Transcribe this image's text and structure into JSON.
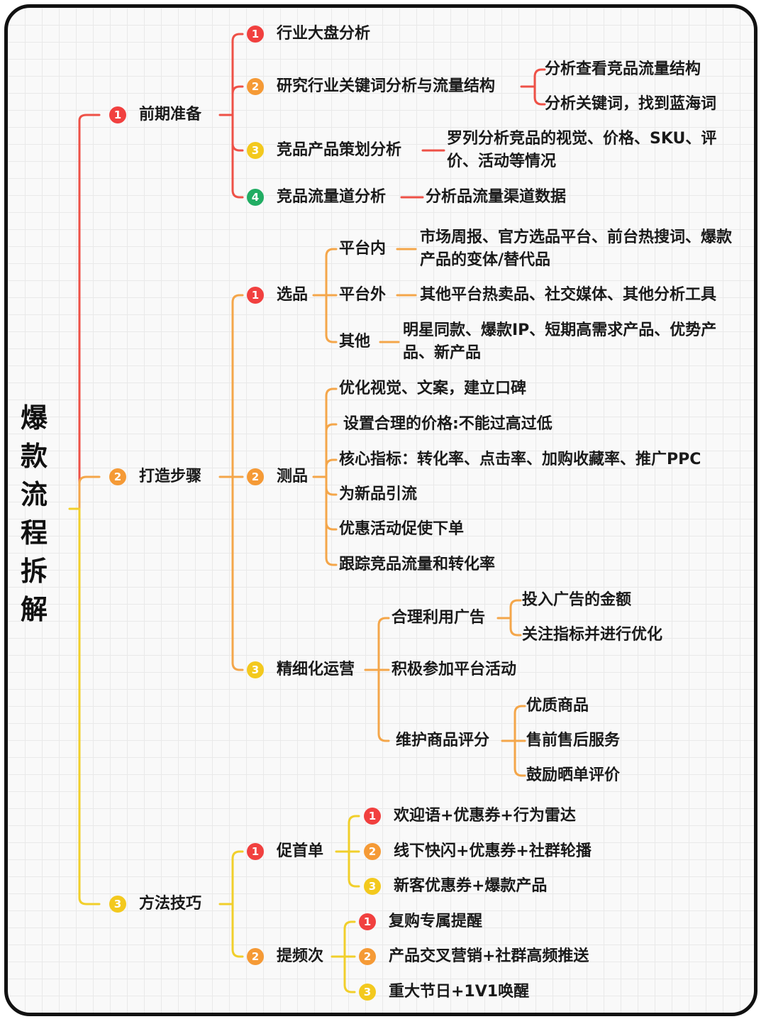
{
  "root": "爆款流程拆解",
  "colors": {
    "red": "#f1403f",
    "orange": "#f59a36",
    "yellow": "#f3c91e",
    "green": "#21ad63",
    "line_red": "#ee5147",
    "line_orange": "#f4a64a",
    "line_yellow": "#f1cf2b"
  },
  "branches": [
    {
      "num": "1",
      "label": "前期准备",
      "children": [
        {
          "num": "1",
          "label": "行业大盘分析"
        },
        {
          "num": "2",
          "label": "研究行业关键词分析与流量结构",
          "leaves": [
            "分析查看竞品流量结构",
            "分析关键词，找到蓝海词"
          ]
        },
        {
          "num": "3",
          "label": "竞品产品策划分析",
          "leaves": [
            "罗列分析竞品的视觉、价格、SKU、评价、活动等情况"
          ]
        },
        {
          "num": "4",
          "label": "竞品流量道分析",
          "leaves": [
            "分析品流量渠道数据"
          ]
        }
      ]
    },
    {
      "num": "2",
      "label": "打造步骤",
      "children": [
        {
          "num": "1",
          "label": "选品",
          "groups": [
            {
              "label": "平台内",
              "leaves": [
                "市场周报、官方选品平台、前台热搜词、爆款产品的变体/替代品"
              ]
            },
            {
              "label": "平台外",
              "leaves": [
                "其他平台热卖品、社交媒体、其他分析工具"
              ]
            },
            {
              "label": "其他",
              "leaves": [
                "明星同款、爆款IP、短期高需求产品、优势产品、新产品"
              ]
            }
          ]
        },
        {
          "num": "2",
          "label": "测品",
          "leaves": [
            "优化视觉、文案，建立口碑",
            "设置合理的价格:不能过高过低",
            "核心指标：转化率、点击率、加购收藏率、推广PPC",
            "为新品引流",
            "优惠活动促使下单",
            "跟踪竞品流量和转化率"
          ]
        },
        {
          "num": "3",
          "label": "精细化运营",
          "groups": [
            {
              "label": "合理利用广告",
              "leaves": [
                "投入广告的金额",
                "关注指标并进行优化"
              ]
            },
            {
              "label": "积极参加平台活动",
              "leaves": []
            },
            {
              "label": "维护商品评分",
              "leaves": [
                "优质商品",
                "售前售后服务",
                "鼓励晒单评价"
              ]
            }
          ]
        }
      ]
    },
    {
      "num": "3",
      "label": "方法技巧",
      "children": [
        {
          "num": "1",
          "label": "促首单",
          "items": [
            {
              "num": "1",
              "label": "欢迎语+优惠券+行为雷达"
            },
            {
              "num": "2",
              "label": "线下快闪+优惠券+社群轮播"
            },
            {
              "num": "3",
              "label": "新客优惠券+爆款产品"
            }
          ]
        },
        {
          "num": "2",
          "label": "提频次",
          "items": [
            {
              "num": "1",
              "label": "复购专属提醒"
            },
            {
              "num": "2",
              "label": "产品交叉营销+社群高频推送"
            },
            {
              "num": "3",
              "label": "重大节日+1V1唤醒"
            }
          ]
        }
      ]
    }
  ]
}
